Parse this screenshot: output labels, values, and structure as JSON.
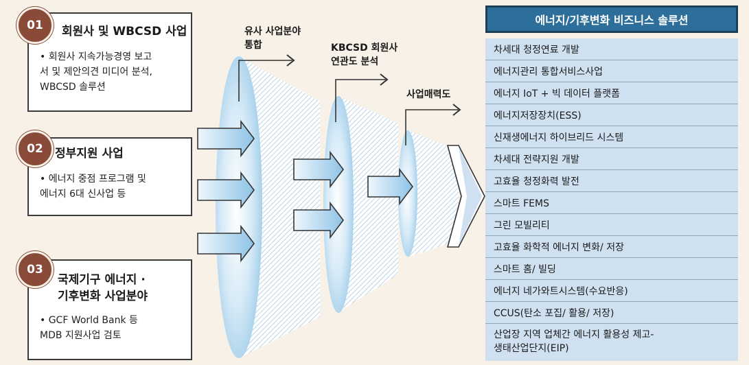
{
  "cards": [
    {
      "num": "01",
      "title": [
        "회원사 및 WBCSD 사업"
      ],
      "desc": [
        "•  회원사 지속가능경영 보고",
        "   서 및 제안의견 미디어 분석,",
        "   WBCSD 솔루션"
      ]
    },
    {
      "num": "02",
      "title": [
        "정부지원 사업"
      ],
      "desc": [
        "•  에너지 중점 프로그램 및",
        "   에너지 6대 신사업 등"
      ]
    },
    {
      "num": "03",
      "title": [
        "국제기구 에너지 ·",
        "기후변화 사업분야"
      ],
      "desc": [
        "•  GCF World Bank 등",
        "   MDB 지원사업 검토"
      ]
    }
  ],
  "stages": [
    {
      "lines": [
        "유사 사업분야",
        "통합"
      ]
    },
    {
      "lines": [
        "KBCSD 회원사",
        "연관도 분석"
      ]
    },
    {
      "lines": [
        "사업매력도"
      ]
    }
  ],
  "panel": {
    "title": "에너지/기후변화 비즈니스 솔루션",
    "items": [
      "차세대 청정연료 개발",
      "에너지관리 통합서비스사업",
      "에너지 IoT + 빅 데이터 플랫폼",
      "에너지저장장치(ESS)",
      "신재생에너지 하이브리드 시스템",
      "차세대 전략지원 개발",
      "고효율 청정화력 발전",
      "스마트 FEMS",
      "그린 모빌리티",
      "고효율 화학적 에너지 변화/ 저장",
      "스마트 홈/ 빌딩",
      "에너지 네가와트시스템(수요반응)",
      "CCUS(탄소 포집/ 활용/ 저장)"
    ],
    "last_item": [
      "산업장 지역 업체간 에너지 활용성 제고-",
      "생태산업단지(EIP)"
    ]
  },
  "colors": {
    "badge": "#8a4a38",
    "panel_head": "#2d6f9a",
    "panel_bg": "#cfe1f1",
    "arrow": "#9fcbe8",
    "lens": "#bcdcf0"
  }
}
